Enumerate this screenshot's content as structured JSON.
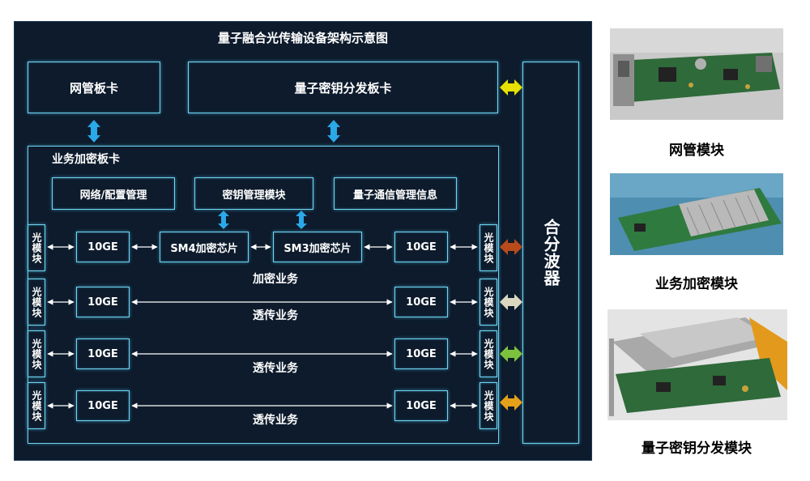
{
  "diagram": {
    "title": "量子融合光传输设备架构示意图",
    "network_card": "网管板卡",
    "qkd_card": "量子密钥分发板卡",
    "service_card": "业务加密板卡",
    "net_config": "网络/配置管理",
    "key_mgmt": "密钥管理模块",
    "quantum_comm": "量子通信管理信息",
    "sm4": "SM4加密芯片",
    "sm3": "SM3加密芯片",
    "ge": "10GE",
    "optical_module": "光模块",
    "combiner": "合分波器",
    "encrypted_service": "加密业务",
    "passthrough_service": "透传业务"
  },
  "photos": {
    "network_module": "网管模块",
    "service_module": "业务加密模块",
    "qkd_module": "量子密钥分发模块"
  },
  "colors": {
    "panel_bg": "#0d1b2c",
    "box_border": "#6fd6f2",
    "arrow_blue": "#2aa8e8",
    "arrow_yellow": "#e8e000",
    "arrow_brown": "#b84a1c",
    "arrow_beige": "#dcd8c0",
    "arrow_green": "#7cc23c",
    "arrow_gold": "#e6a11a"
  }
}
